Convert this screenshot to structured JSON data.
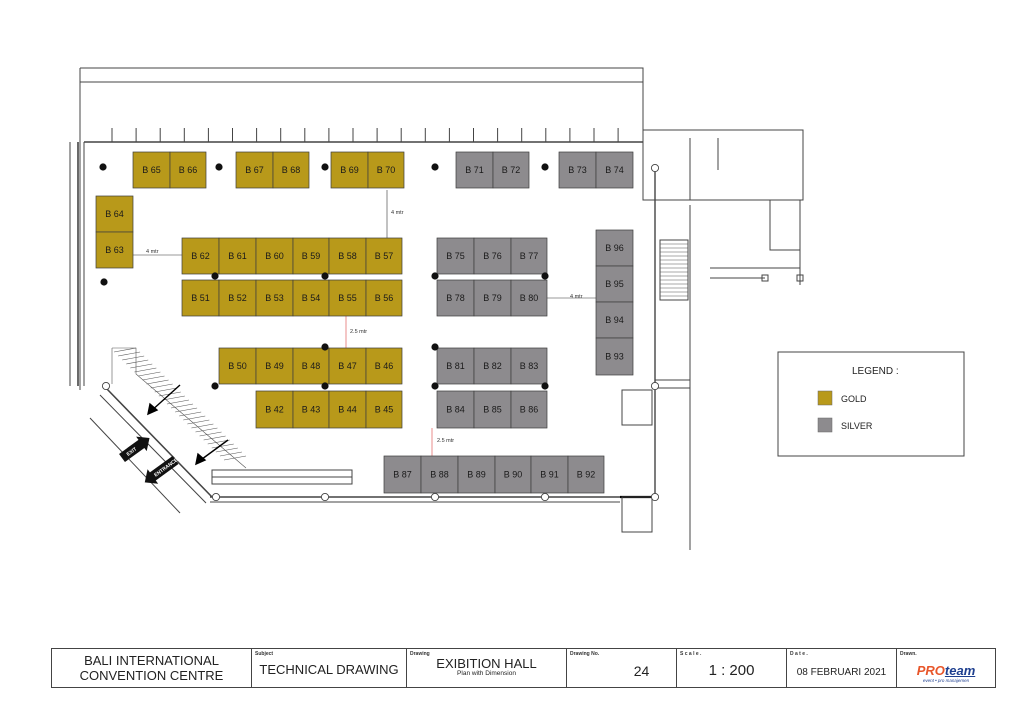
{
  "colors": {
    "gold": "#b8991a",
    "silver": "#8d8b8e",
    "wall": "#444444",
    "dimension_red": "#e3726f"
  },
  "booths": [
    {
      "id": "B 65",
      "cat": "gold"
    },
    {
      "id": "B 66",
      "cat": "gold"
    },
    {
      "id": "B 67",
      "cat": "gold"
    },
    {
      "id": "B 68",
      "cat": "gold"
    },
    {
      "id": "B 69",
      "cat": "gold"
    },
    {
      "id": "B 70",
      "cat": "gold"
    },
    {
      "id": "B 71",
      "cat": "silver"
    },
    {
      "id": "B 72",
      "cat": "silver"
    },
    {
      "id": "B 73",
      "cat": "silver"
    },
    {
      "id": "B 74",
      "cat": "silver"
    },
    {
      "id": "B 64",
      "cat": "gold"
    },
    {
      "id": "B 63",
      "cat": "gold"
    },
    {
      "id": "B 62",
      "cat": "gold"
    },
    {
      "id": "B 61",
      "cat": "gold"
    },
    {
      "id": "B 60",
      "cat": "gold"
    },
    {
      "id": "B 59",
      "cat": "gold"
    },
    {
      "id": "B 58",
      "cat": "gold"
    },
    {
      "id": "B 57",
      "cat": "gold"
    },
    {
      "id": "B 51",
      "cat": "gold"
    },
    {
      "id": "B 52",
      "cat": "gold"
    },
    {
      "id": "B 53",
      "cat": "gold"
    },
    {
      "id": "B 54",
      "cat": "gold"
    },
    {
      "id": "B 55",
      "cat": "gold"
    },
    {
      "id": "B 56",
      "cat": "gold"
    },
    {
      "id": "B 75",
      "cat": "silver"
    },
    {
      "id": "B 76",
      "cat": "silver"
    },
    {
      "id": "B 77",
      "cat": "silver"
    },
    {
      "id": "B 78",
      "cat": "silver"
    },
    {
      "id": "B 79",
      "cat": "silver"
    },
    {
      "id": "B 80",
      "cat": "silver"
    },
    {
      "id": "B 96",
      "cat": "silver"
    },
    {
      "id": "B 95",
      "cat": "silver"
    },
    {
      "id": "B 94",
      "cat": "silver"
    },
    {
      "id": "B 93",
      "cat": "silver"
    },
    {
      "id": "B 50",
      "cat": "gold"
    },
    {
      "id": "B 49",
      "cat": "gold"
    },
    {
      "id": "B 48",
      "cat": "gold"
    },
    {
      "id": "B 47",
      "cat": "gold"
    },
    {
      "id": "B 46",
      "cat": "gold"
    },
    {
      "id": "B 42",
      "cat": "gold"
    },
    {
      "id": "B 43",
      "cat": "gold"
    },
    {
      "id": "B 44",
      "cat": "gold"
    },
    {
      "id": "B 45",
      "cat": "gold"
    },
    {
      "id": "B 81",
      "cat": "silver"
    },
    {
      "id": "B 82",
      "cat": "silver"
    },
    {
      "id": "B 83",
      "cat": "silver"
    },
    {
      "id": "B 84",
      "cat": "silver"
    },
    {
      "id": "B 85",
      "cat": "silver"
    },
    {
      "id": "B 86",
      "cat": "silver"
    },
    {
      "id": "B 87",
      "cat": "silver"
    },
    {
      "id": "B 88",
      "cat": "silver"
    },
    {
      "id": "B 89",
      "cat": "silver"
    },
    {
      "id": "B 90",
      "cat": "silver"
    },
    {
      "id": "B 91",
      "cat": "silver"
    },
    {
      "id": "B 92",
      "cat": "silver"
    }
  ],
  "dimensions": [
    "4 mtr",
    "4 mtr",
    "4 mtr",
    "2.5 mtr",
    "2.5 mtr"
  ],
  "signs": {
    "exit": "EXIT",
    "entrance": "ENTRANCE"
  },
  "legend": {
    "title": "LEGEND :",
    "items": [
      {
        "label": "GOLD",
        "cat": "gold"
      },
      {
        "label": "SILVER",
        "cat": "silver"
      }
    ]
  },
  "title_block": {
    "venue_line1": "BALI INTERNATIONAL",
    "venue_line2": "CONVENTION CENTRE",
    "subject_caption": "Subject",
    "subject": "TECHNICAL DRAWING",
    "drawing_caption": "Drawing",
    "drawing": "EXIBITION HALL",
    "drawing_sub": "Plan with Dimension",
    "drawing_no_caption": "Drawing No.",
    "drawing_no": "24",
    "scale_caption": "S c a l e .",
    "scale": "1 : 200",
    "date_caption": "D a t e .",
    "date": "08 FEBRUARI 2021",
    "drawn_caption": "Drawn.",
    "logo_pro": "PRO",
    "logo_team": "team",
    "logo_tagline": "event • pro manajemen"
  }
}
